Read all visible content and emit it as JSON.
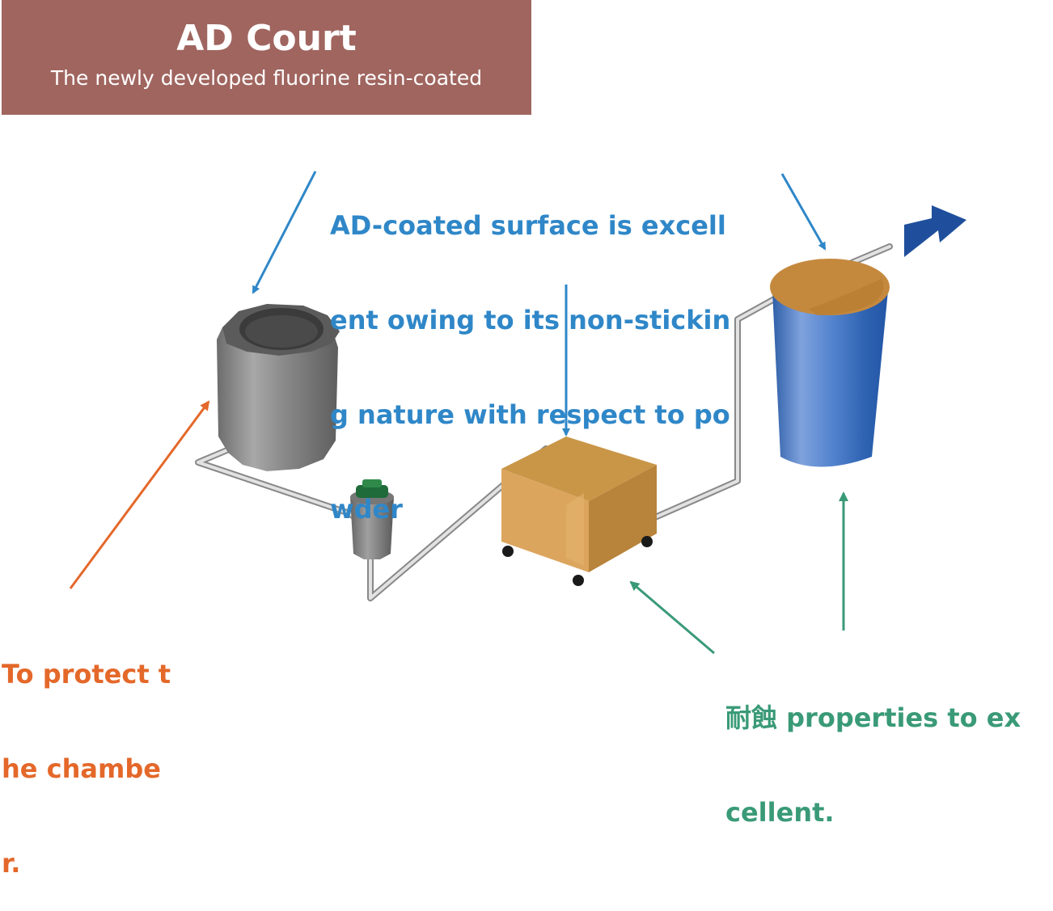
{
  "header": {
    "title": "AD Court",
    "subtitle": "The newly developed fluorine resin-coated"
  },
  "labels": {
    "top_blue": [
      "AD-coated surface is excell",
      "ent owing to its non-stickin",
      "g nature with respect to po",
      "wder"
    ],
    "left_orange": [
      "To protect t",
      "he chambe",
      "r."
    ],
    "bottom_green": [
      "耐蝕 properties to ex",
      "cellent."
    ]
  },
  "colors": {
    "header_bg": "#a0655f",
    "blue_text": "#2f87c8",
    "orange_text": "#e4682a",
    "green_text": "#3a9a78",
    "tank_gray": "#7a7a7a",
    "box_tan": "#d9a55a",
    "cylinder_blue": "#3d6fb4",
    "outlet_arrow": "#1f4f9c"
  },
  "icons": [
    "gray-octagon-tank-icon",
    "green-cap-filter-icon",
    "tan-box-cart-icon",
    "blue-cylinder-tank-icon",
    "outlet-arrow-icon"
  ]
}
